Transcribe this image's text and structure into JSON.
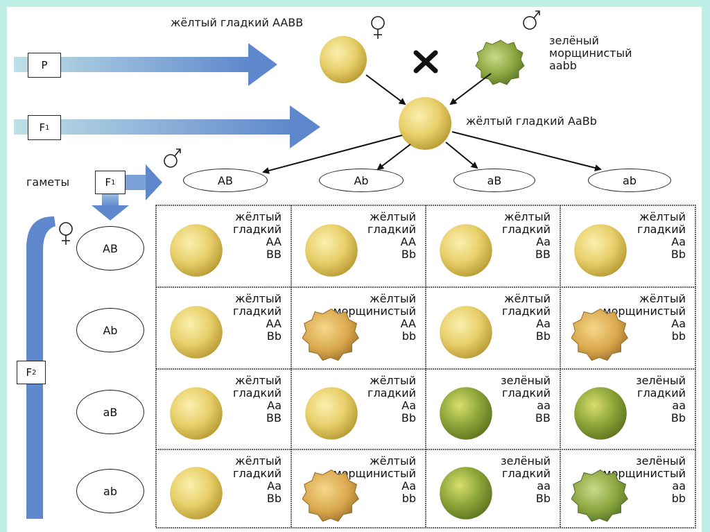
{
  "parents": {
    "female_label": "жёлтый гладкий AABB",
    "male_label_line1": "зелёный",
    "male_label_line2": "морщинистый",
    "male_label_line3": "aabb",
    "cross_symbol": "✕"
  },
  "generations": {
    "p": "P",
    "f1_main": "F",
    "f1_sub": "1",
    "gametes_word": "гаметы",
    "gametes_f": "F",
    "gametes_sub": "1",
    "f2_main": "F",
    "f2_sub": "2"
  },
  "f1_label": "жёлтый гладкий AaBb",
  "male_gametes": [
    "AB",
    "Ab",
    "aB",
    "ab"
  ],
  "female_gametes": [
    "AB",
    "Ab",
    "aB",
    "ab"
  ],
  "colors": {
    "arrow_blue": "#5f87cc",
    "yellow_pea": "#e8cf6a",
    "green_pea": "#8ea53a",
    "wrinkled_yellow": "#d9a84e",
    "background": "#bfeee6"
  },
  "grid": [
    [
      {
        "line1": "жёлтый",
        "line2": "гладкий",
        "g1": "AA",
        "g2": "BB",
        "pea": "yellow-smooth"
      },
      {
        "line1": "жёлтый",
        "line2": "гладкий",
        "g1": "AA",
        "g2": "Bb",
        "pea": "yellow-smooth"
      },
      {
        "line1": "жёлтый",
        "line2": "гладкий",
        "g1": "Aa",
        "g2": "BB",
        "pea": "yellow-smooth"
      },
      {
        "line1": "жёлтый",
        "line2": "гладкий",
        "g1": "Aa",
        "g2": "Bb",
        "pea": "yellow-smooth"
      }
    ],
    [
      {
        "line1": "жёлтый",
        "line2": "гладкий",
        "g1": "AA",
        "g2": "Bb",
        "pea": "yellow-smooth"
      },
      {
        "line1": "жёлтый",
        "line2": "морщинистый",
        "g1": "AA",
        "g2": "bb",
        "pea": "yellow-wrinkled"
      },
      {
        "line1": "жёлтый",
        "line2": "гладкий",
        "g1": "Aa",
        "g2": "Bb",
        "pea": "yellow-smooth"
      },
      {
        "line1": "жёлтый",
        "line2": "морщинистый",
        "g1": "Aa",
        "g2": "bb",
        "pea": "yellow-wrinkled"
      }
    ],
    [
      {
        "line1": "жёлтый",
        "line2": "гладкий",
        "g1": "Aa",
        "g2": "BB",
        "pea": "yellow-smooth"
      },
      {
        "line1": "жёлтый",
        "line2": "гладкий",
        "g1": "Aa",
        "g2": "Bb",
        "pea": "yellow-smooth"
      },
      {
        "line1": "зелёный",
        "line2": "гладкий",
        "g1": "aa",
        "g2": "BB",
        "pea": "green-smooth"
      },
      {
        "line1": "зелёный",
        "line2": "гладкий",
        "g1": "aa",
        "g2": "Bb",
        "pea": "green-smooth"
      }
    ],
    [
      {
        "line1": "жёлтый",
        "line2": "гладкий",
        "g1": "Aa",
        "g2": "Bb",
        "pea": "yellow-smooth"
      },
      {
        "line1": "жёлтый",
        "line2": "морщинистый",
        "g1": "Aa",
        "g2": "bb",
        "pea": "yellow-wrinkled"
      },
      {
        "line1": "зелёный",
        "line2": "гладкий",
        "g1": "aa",
        "g2": "Bb",
        "pea": "green-smooth"
      },
      {
        "line1": "зелёный",
        "line2": "морщинистый",
        "g1": "aa",
        "g2": "bb",
        "pea": "green-wrinkled"
      }
    ]
  ]
}
